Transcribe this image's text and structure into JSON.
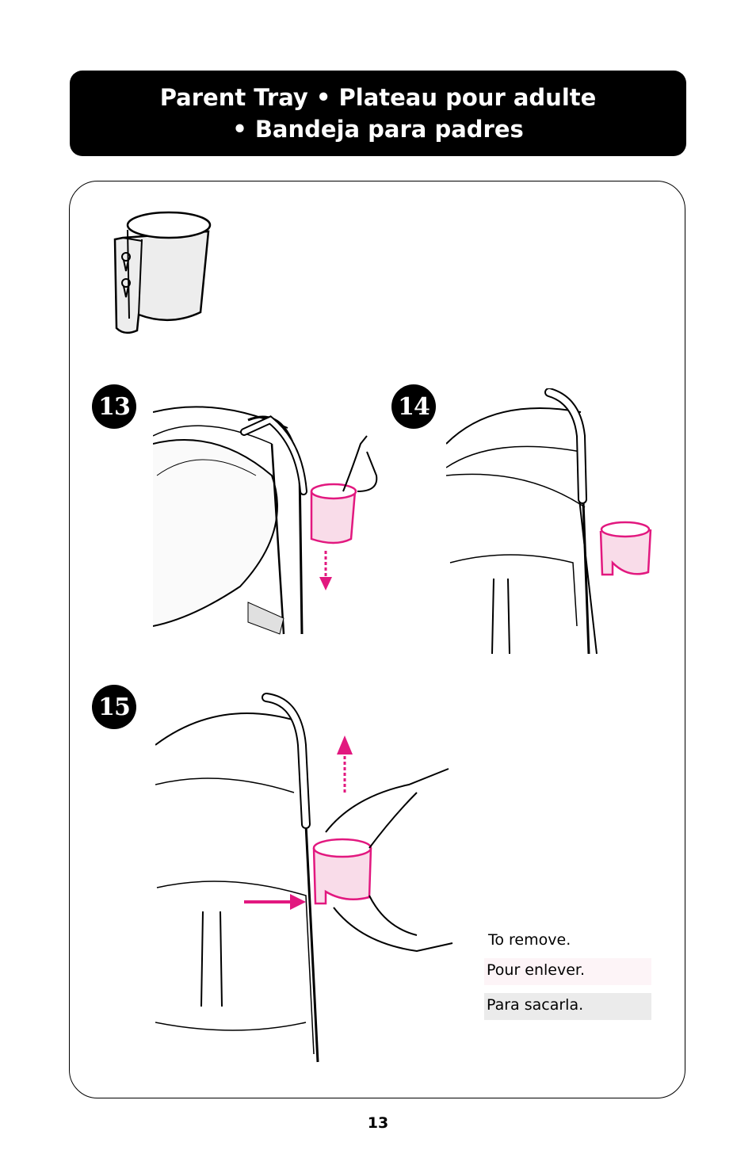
{
  "header": {
    "line1": "Parent Tray  •  Plateau pour adulte",
    "line2": "•  Bandeja para padres"
  },
  "steps": {
    "s13": "13",
    "s14": "14",
    "s15": "15"
  },
  "captions": {
    "english": "To remove.",
    "french": "Pour enlever.",
    "spanish": "Para sacarla."
  },
  "page_number": "13",
  "colors": {
    "accent_magenta": "#e2187f",
    "tray_fill": "#f9dce9",
    "french_box_bg": "#fdf4f7",
    "spanish_box_bg": "#ebebeb"
  }
}
